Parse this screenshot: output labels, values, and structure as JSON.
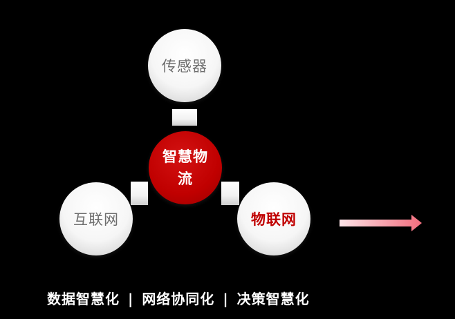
{
  "nodes": {
    "sensor": "传感器",
    "hub_line1": "智慧物",
    "hub_line2": "流",
    "internet": "互联网",
    "iot": "物联网"
  },
  "tagline": {
    "item1": "数据智慧化",
    "separator": "|",
    "item2": "网络协同化",
    "item3": "决策智慧化"
  },
  "colors": {
    "background": "#000000",
    "accent_red": "#c00000",
    "node_text_gray": "#6e6e6e",
    "arrow_pink": "#f26d7d"
  },
  "icons": {
    "right_arrow": "arrow-right-icon"
  }
}
